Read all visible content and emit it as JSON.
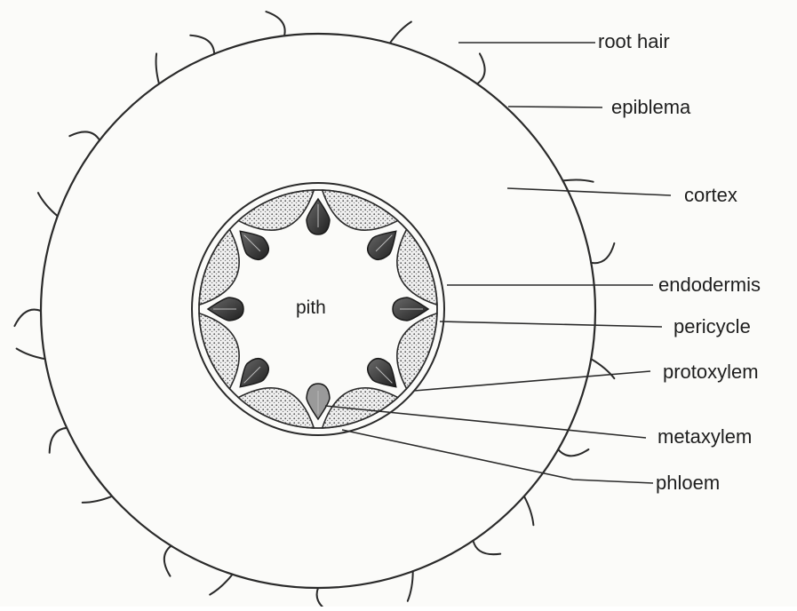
{
  "diagram": {
    "labels": {
      "root_hair": "root   hair",
      "epiblema": "epiblema",
      "cortex": "cortex",
      "endodermis": "endodermis",
      "pericycle": "pericycle",
      "protoxylem": "protoxylem",
      "metaxylem": "metaxylem",
      "phloem": "phloem",
      "pith": "pith"
    },
    "colors": {
      "ink": "#2a2a2a",
      "paper": "#fbfbf9",
      "phloem_fill": "#e6e6e6",
      "xylem_fill": "#3a3a3a"
    }
  }
}
